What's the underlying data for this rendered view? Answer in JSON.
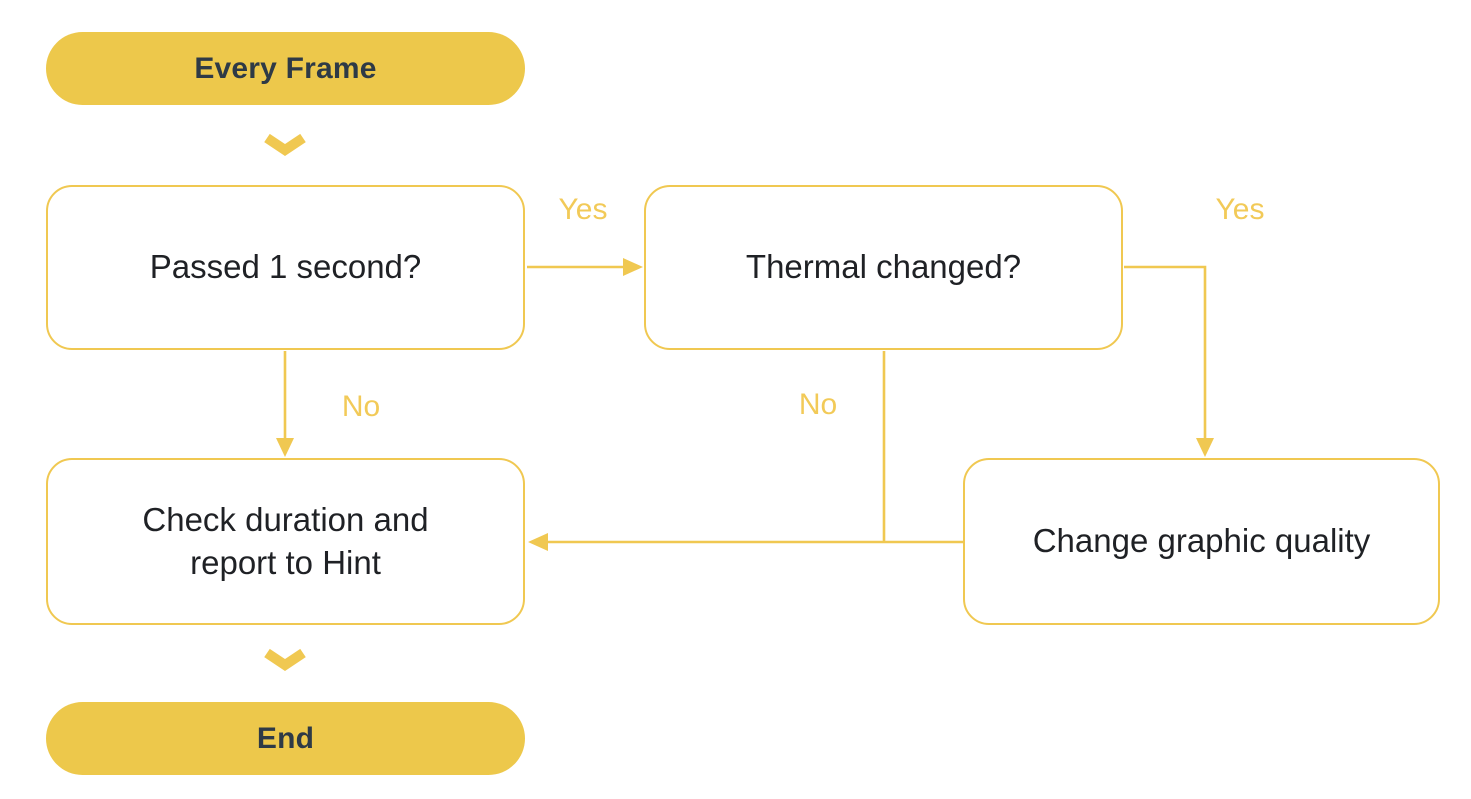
{
  "diagram": {
    "type": "flowchart",
    "nodes": {
      "start": {
        "label": "Every Frame",
        "kind": "terminator"
      },
      "passed": {
        "label": "Passed 1 second?",
        "kind": "decision-box"
      },
      "thermal": {
        "label": "Thermal changed?",
        "kind": "decision-box"
      },
      "check": {
        "label": "Check duration and report to Hint",
        "kind": "process-box"
      },
      "change": {
        "label": "Change graphic quality",
        "kind": "process-box"
      },
      "end": {
        "label": "End",
        "kind": "terminator"
      }
    },
    "edges": {
      "start_to_passed": {
        "from": "start",
        "to": "passed",
        "label": "",
        "style": "chevron"
      },
      "passed_to_thermal": {
        "from": "passed",
        "to": "thermal",
        "label": "Yes",
        "style": "arrow"
      },
      "thermal_to_change": {
        "from": "thermal",
        "to": "change",
        "label": "Yes",
        "style": "arrow"
      },
      "passed_to_check": {
        "from": "passed",
        "to": "check",
        "label": "No",
        "style": "arrow"
      },
      "thermal_to_check": {
        "from": "thermal",
        "to": "check",
        "label": "No",
        "style": "arrow"
      },
      "change_to_check": {
        "from": "change",
        "to": "check",
        "label": "",
        "style": "arrow"
      },
      "check_to_end": {
        "from": "check",
        "to": "end",
        "label": "",
        "style": "chevron"
      }
    }
  },
  "colors": {
    "terminator_fill": "#edc84b",
    "connector": "#f0c851",
    "node_border": "#f0c851",
    "node_fill": "#ffffff",
    "node_text": "#1f2125",
    "terminator_text": "#2e3a46",
    "edge_label": "#f2ca58",
    "background": "#ffffff"
  }
}
